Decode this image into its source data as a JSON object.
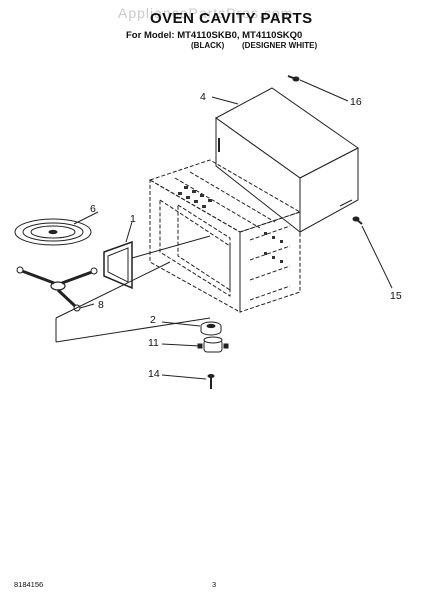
{
  "header": {
    "watermark": "AppliancePartsPros.com",
    "title": "OVEN CAVITY PARTS",
    "model_line": "For Model: MT4110SKB0, MT4110SKQ0",
    "variant_black": "(BLACK)",
    "variant_white": "(DESIGNER WHITE)"
  },
  "callouts": [
    "4",
    "16",
    "6",
    "1",
    "8",
    "2",
    "11",
    "14",
    "15"
  ],
  "footer": {
    "part_number": "8184156",
    "page": "3"
  }
}
